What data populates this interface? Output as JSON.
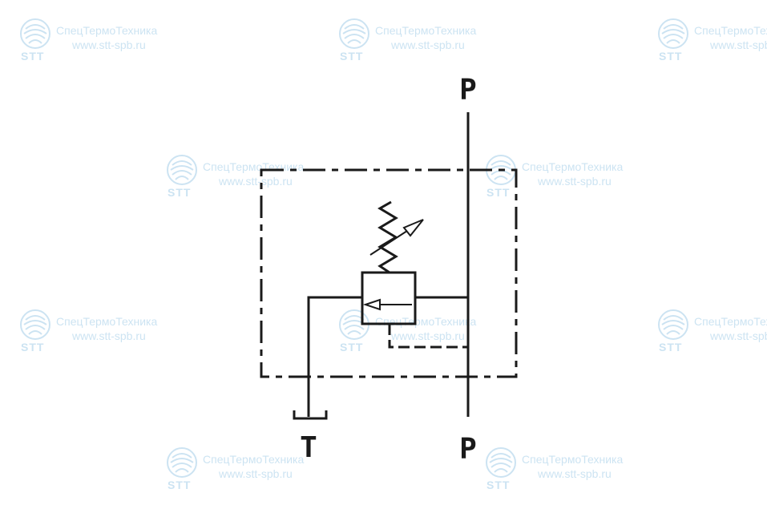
{
  "watermark": {
    "brand": "СпецТермоТехника",
    "url": "www.stt-spb.ru",
    "abbrev": "STT",
    "color": "#8fc3e3"
  },
  "diagram": {
    "ports": {
      "pressure_top": "P",
      "pressure_bottom": "P",
      "tank": "T"
    },
    "line_color": "#1a1a1a",
    "symbol": "pressure-relief-valve"
  }
}
